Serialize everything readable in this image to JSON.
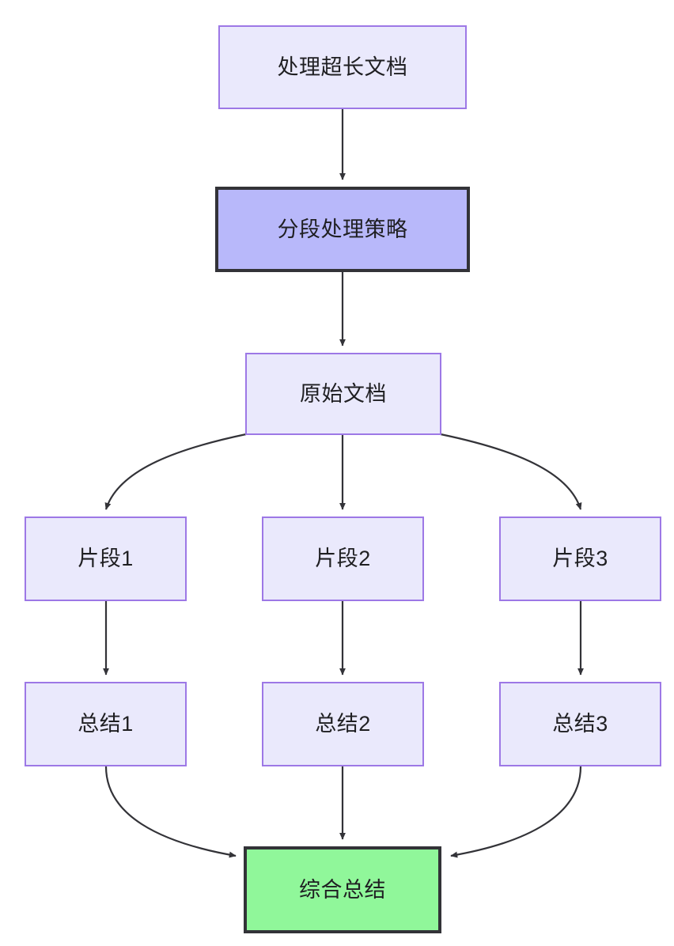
{
  "diagram": {
    "type": "flowchart",
    "direction": "top-to-bottom",
    "background_color": "#ffffff",
    "nodes": [
      {
        "id": "longdoc",
        "label": "处理超长文档",
        "fill": "#eae9fc",
        "stroke": "#9d78e6",
        "text_color": "#1f1f22"
      },
      {
        "id": "strategy",
        "label": "分段处理策略",
        "fill": "#b8b8fa",
        "stroke": "#333338",
        "text_color": "#1f1f22"
      },
      {
        "id": "original",
        "label": "原始文档",
        "fill": "#eae9fc",
        "stroke": "#9d78e6",
        "text_color": "#1f1f22"
      },
      {
        "id": "chunk1",
        "label": "片段1",
        "fill": "#eae9fc",
        "stroke": "#9d78e6",
        "text_color": "#1f1f22"
      },
      {
        "id": "chunk2",
        "label": "片段2",
        "fill": "#eae9fc",
        "stroke": "#9d78e6",
        "text_color": "#1f1f22"
      },
      {
        "id": "chunk3",
        "label": "片段3",
        "fill": "#eae9fc",
        "stroke": "#9d78e6",
        "text_color": "#1f1f22"
      },
      {
        "id": "summary1",
        "label": "总结1",
        "fill": "#eae9fc",
        "stroke": "#9d78e6",
        "text_color": "#1f1f22"
      },
      {
        "id": "summary2",
        "label": "总结2",
        "fill": "#eae9fc",
        "stroke": "#9d78e6",
        "text_color": "#1f1f22"
      },
      {
        "id": "summary3",
        "label": "总结3",
        "fill": "#eae9fc",
        "stroke": "#9d78e6",
        "text_color": "#1f1f22"
      },
      {
        "id": "final",
        "label": "综合总结",
        "fill": "#90f79a",
        "stroke": "#333338",
        "text_color": "#1f1f22"
      }
    ],
    "edges": [
      {
        "from": "longdoc",
        "to": "strategy",
        "shape": "straight"
      },
      {
        "from": "strategy",
        "to": "original",
        "shape": "straight"
      },
      {
        "from": "original",
        "to": "chunk1",
        "shape": "curved"
      },
      {
        "from": "original",
        "to": "chunk2",
        "shape": "straight"
      },
      {
        "from": "original",
        "to": "chunk3",
        "shape": "curved"
      },
      {
        "from": "chunk1",
        "to": "summary1",
        "shape": "straight"
      },
      {
        "from": "chunk2",
        "to": "summary2",
        "shape": "straight"
      },
      {
        "from": "chunk3",
        "to": "summary3",
        "shape": "straight"
      },
      {
        "from": "summary1",
        "to": "final",
        "shape": "curved"
      },
      {
        "from": "summary2",
        "to": "final",
        "shape": "straight"
      },
      {
        "from": "summary3",
        "to": "final",
        "shape": "curved"
      }
    ],
    "edge_color": "#333338"
  }
}
